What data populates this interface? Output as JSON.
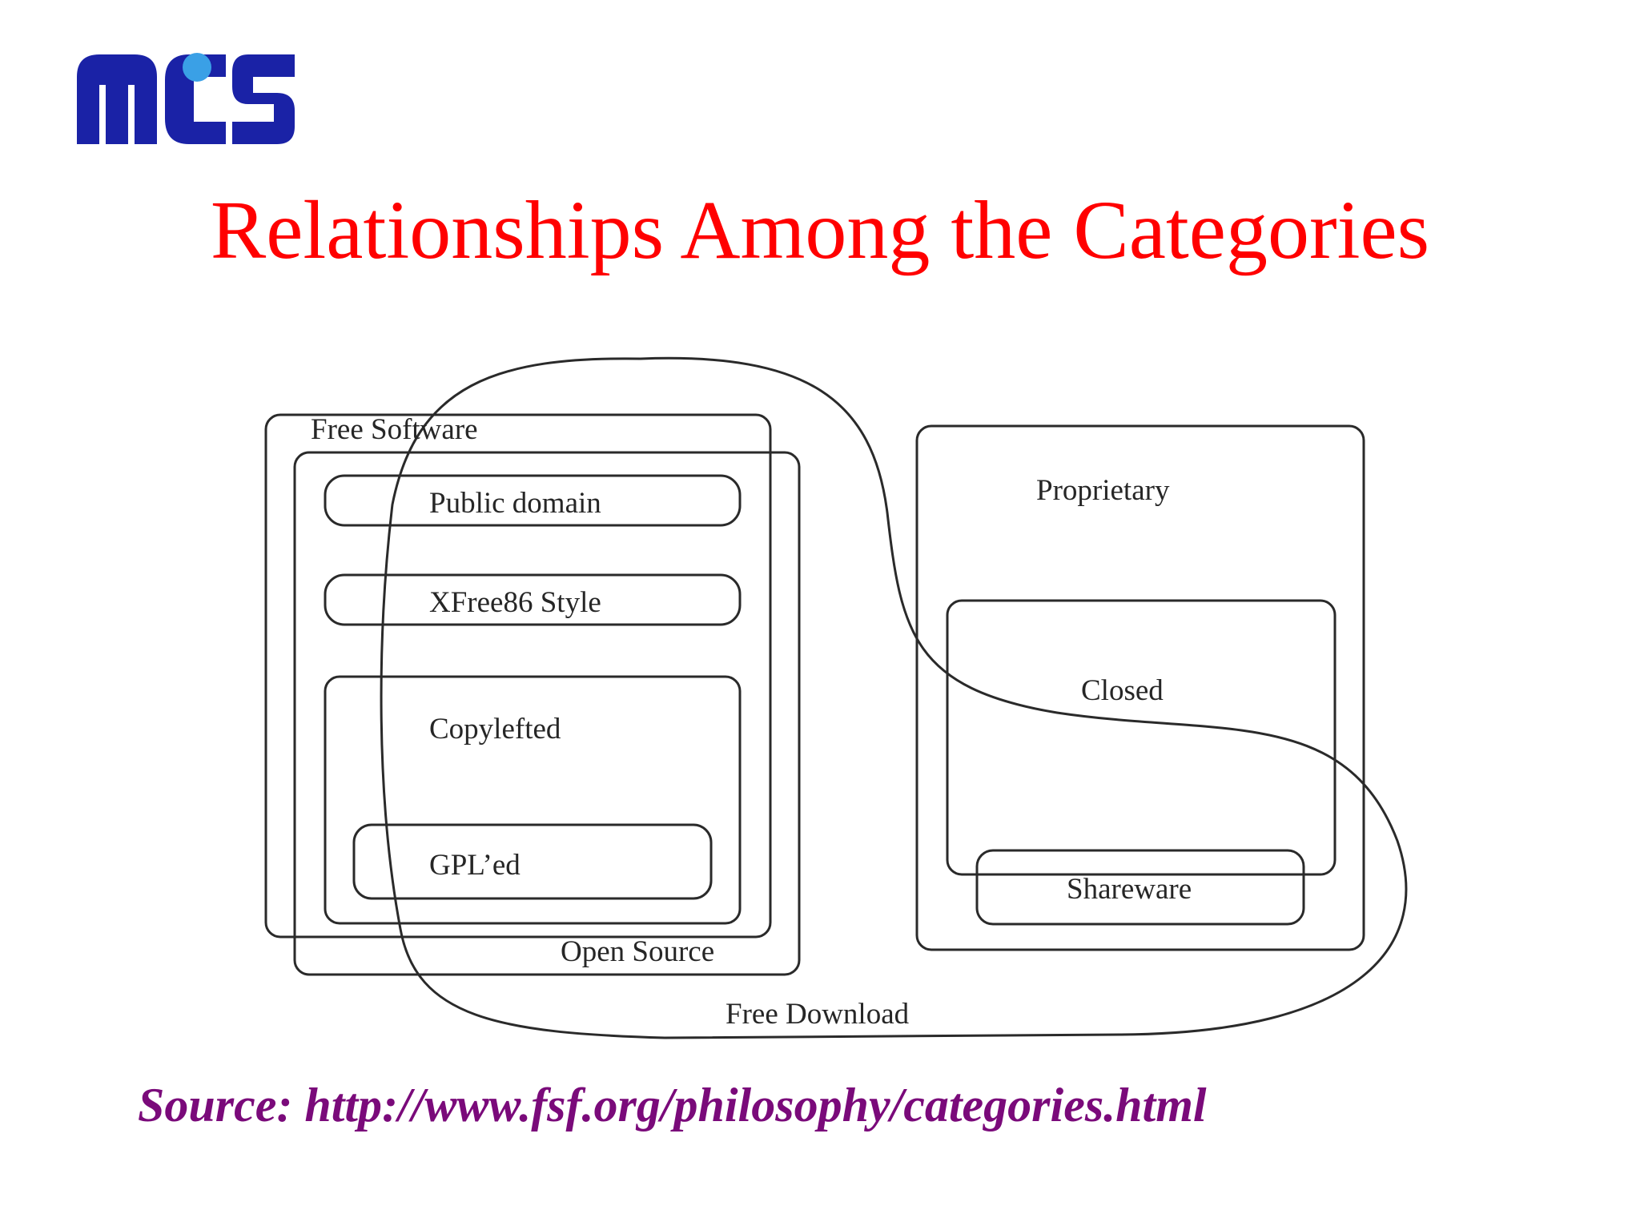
{
  "logo": {
    "icon": "mcs-logo-icon",
    "color": "#1a22a6",
    "accent": "#3aa0e6"
  },
  "title": {
    "text": "Relationships Among the Categories",
    "color": "#ff0000"
  },
  "diagram": {
    "labels": {
      "free_software": "Free Software",
      "open_source": "Open Source",
      "public_domain": "Public domain",
      "xfree86_style": "XFree86 Style",
      "copylefted": "Copylefted",
      "gpled": "GPL’ed",
      "proprietary": "Proprietary",
      "closed": "Closed",
      "shareware": "Shareware",
      "free_download": "Free Download"
    }
  },
  "source": {
    "text": "Source: http://www.fsf.org/philosophy/categories.html",
    "color": "#7a0a7a"
  }
}
